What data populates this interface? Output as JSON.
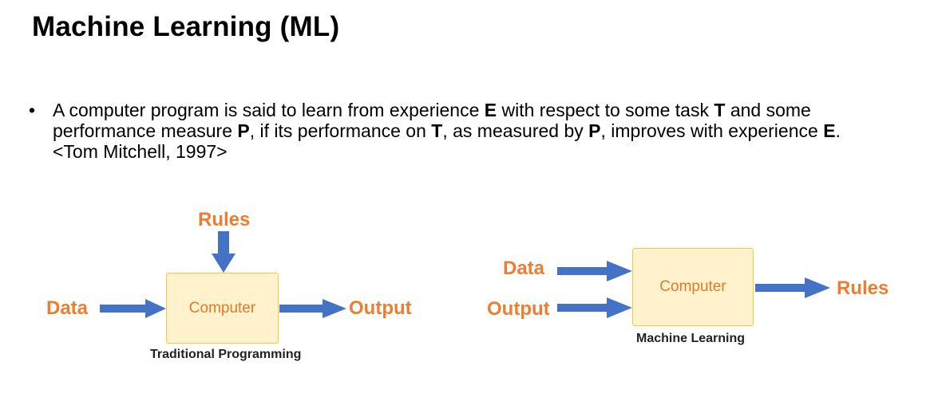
{
  "title": "Machine Learning (ML)",
  "bullet": {
    "parts": [
      {
        "text": "A computer program is said to learn from experience ",
        "bold": false
      },
      {
        "text": "E",
        "bold": true
      },
      {
        "text": " with respect to some task ",
        "bold": false
      },
      {
        "text": "T",
        "bold": true
      },
      {
        "text": " and some performance measure ",
        "bold": false
      },
      {
        "text": "P",
        "bold": true
      },
      {
        "text": ", if its performance on ",
        "bold": false
      },
      {
        "text": "T",
        "bold": true
      },
      {
        "text": ", as measured by ",
        "bold": false
      },
      {
        "text": "P",
        "bold": true
      },
      {
        "text": ", improves with experience ",
        "bold": false
      },
      {
        "text": "E",
        "bold": true
      },
      {
        "text": ".",
        "bold": false
      }
    ],
    "citation": "<Tom Mitchell, 1997>"
  },
  "traditional": {
    "rules": "Rules",
    "data": "Data",
    "computer": "Computer",
    "output": "Output",
    "caption": "Traditional Programming"
  },
  "ml": {
    "data": "Data",
    "output": "Output",
    "computer": "Computer",
    "rules": "Rules",
    "caption": "Machine Learning"
  },
  "colors": {
    "label_orange": "#ed7d31",
    "arrow_blue": "#4472c4",
    "box_fill": "#fff2cc",
    "box_border": "#f2c744"
  }
}
